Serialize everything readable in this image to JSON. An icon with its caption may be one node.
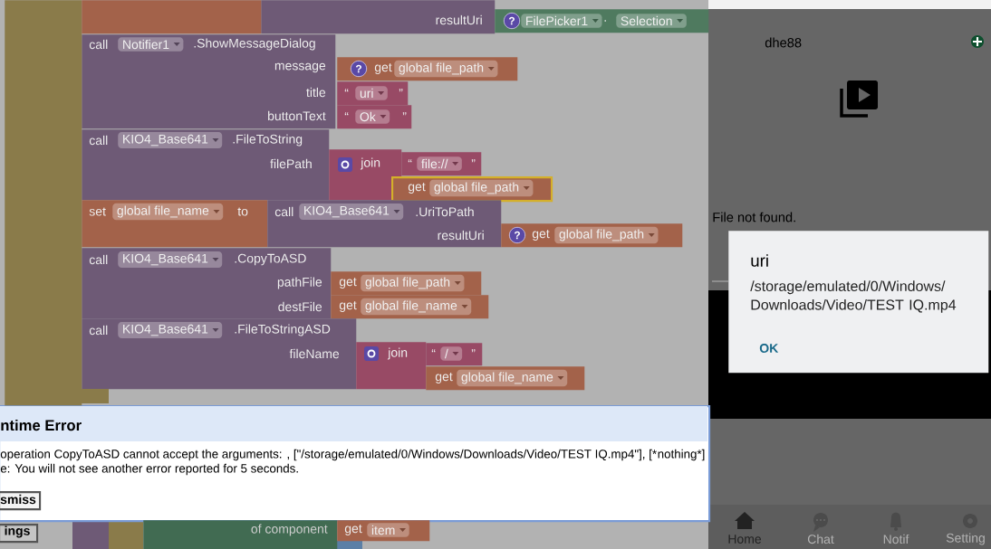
{
  "diagram": {
    "nodes": [
      {
        "text": [
          "resultUri"
        ]
      },
      {
        "text": [
          "?",
          "FilePicker1",
          ".",
          "Selection"
        ]
      },
      {
        "text": [
          "call",
          "Notifier1",
          ".ShowMessageDialog",
          "message",
          "title",
          "buttonText"
        ]
      },
      {
        "text": [
          "?",
          "get",
          "global file_path"
        ]
      },
      {
        "text": [
          "“",
          "uri",
          "”"
        ]
      },
      {
        "text": [
          "“",
          "Ok",
          "”"
        ]
      },
      {
        "text": [
          "call",
          "KIO4_Base641",
          ".FileToString",
          "filePath"
        ]
      },
      {
        "text": [
          "join"
        ]
      },
      {
        "text": [
          "“",
          "file://",
          "”"
        ]
      },
      {
        "text": [
          "get",
          "global file_path"
        ]
      },
      {
        "text": [
          "set",
          "global file_name",
          "to"
        ]
      },
      {
        "text": [
          "call",
          "KIO4_Base641",
          ".UriToPath",
          "resultUri"
        ]
      },
      {
        "text": [
          "?",
          "get",
          "global file_path"
        ]
      },
      {
        "text": [
          "call",
          "KIO4_Base641",
          ".CopyToASD",
          "pathFile",
          "destFile"
        ]
      },
      {
        "text": [
          "get",
          "global file_path"
        ]
      },
      {
        "text": [
          "get",
          "global file_name"
        ]
      },
      {
        "text": [
          "call",
          "KIO4_Base641",
          ".FileToStringASD",
          "fileName"
        ]
      },
      {
        "text": [
          "join"
        ]
      },
      {
        "text": [
          "“",
          "/",
          "”"
        ]
      },
      {
        "text": [
          "get",
          "global file_name"
        ]
      },
      {
        "text": [
          "ntime Error",
          "operation CopyToASD cannot accept the arguments: , [\"/storage/emulated/0/Windows/Downloads/Video/TEST IQ.mp4\"], [*",
          "nothing*]",
          "e: You will not see another error reported for 5 seconds."
        ]
      },
      {
        "text": [
          "smiss"
        ],
        "in": 20
      },
      {
        "text": [
          "ings"
        ]
      },
      {
        "text": [
          "of component"
        ]
      },
      {
        "text": [
          "get",
          "item"
        ]
      },
      {
        "text": [
          "uri",
          "/storage/emulated/0/Windows/ Downloads/Video/TEST IQ.mp4",
          "OK"
        ]
      },
      {
        "text": [],
        "shape": "box"
      },
      {
        "text": [],
        "shape": "box"
      }
    ],
    "labels": [
      "dhe88",
      "File not found.",
      "Home",
      "Chat",
      "Notif",
      "Setting"
    ]
  }
}
